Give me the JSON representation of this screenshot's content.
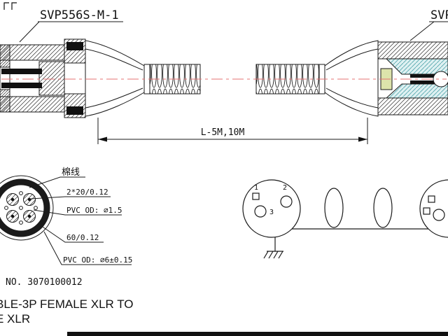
{
  "colors": {
    "background": "#ffffff",
    "ink": "#1a1a1a",
    "centerline": "#e57373",
    "insulator_highlight": "#dff1f2"
  },
  "top_drawing": {
    "left_connector_label": "SVP556S-M-1",
    "right_connector_label": "SVP",
    "dimension_label": "L-5M,10M"
  },
  "cross_section_callouts": [
    "棉线",
    "2*20/0.12",
    "PVC OD: ∅1.5",
    "60/0.12",
    "PVC OD: ∅6±0.15"
  ],
  "pinout": {
    "pin1": "1",
    "pin2": "2",
    "pin3": "3"
  },
  "footer": {
    "part_number": "NO. 3070100012",
    "description_line1": "BLE-3P FEMALE XLR TO",
    "description_line2": "E XLR"
  }
}
